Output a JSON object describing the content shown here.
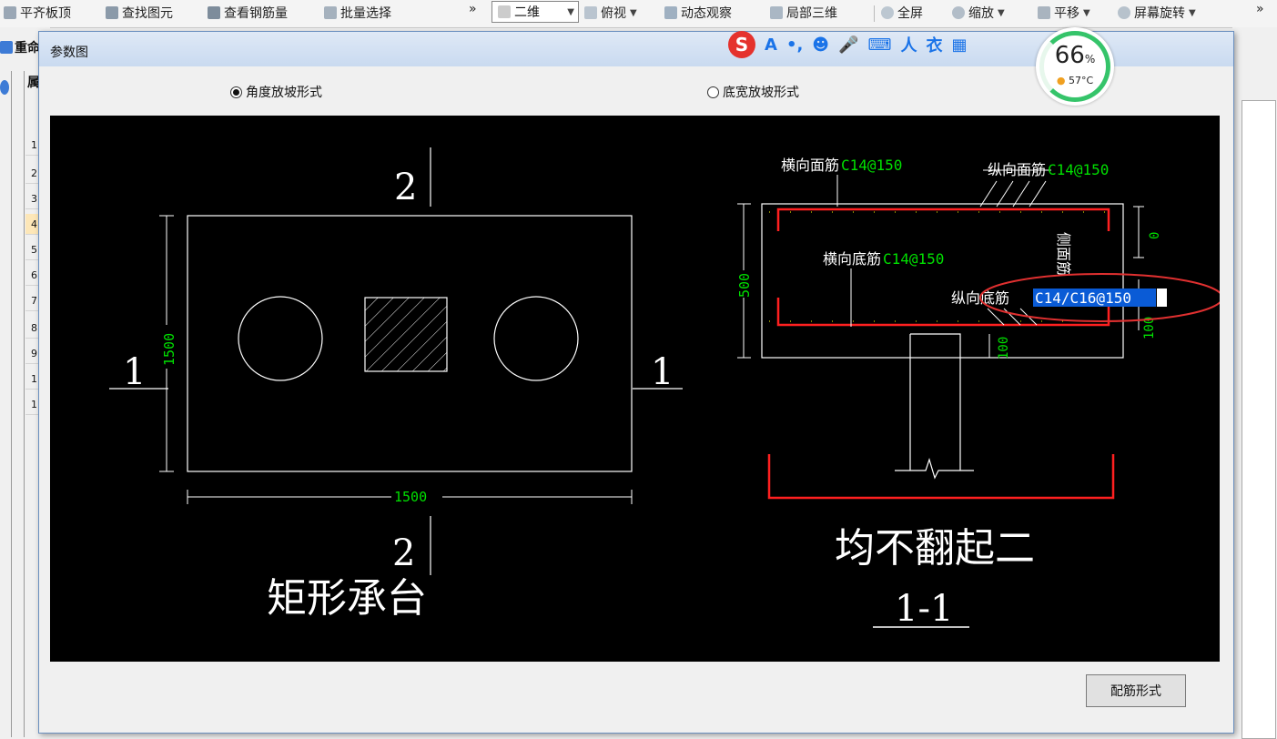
{
  "toolbar": {
    "items": [
      "平齐板顶",
      "查找图元",
      "查看钢筋量",
      "批量选择"
    ],
    "view_mode": "二维",
    "view_items": [
      "俯视",
      "动态观察",
      "局部三维",
      "全屏",
      "缩放",
      "平移",
      "屏幕旋转"
    ],
    "overflow": "»"
  },
  "side": {
    "tab_label": "重命",
    "tab2": "属",
    "rows": [
      "1",
      "2",
      "3",
      "4",
      "5",
      "6",
      "7",
      "8",
      "9",
      "1",
      "1"
    ]
  },
  "dialog": {
    "title": "参数图",
    "radio_angle": "角度放坡形式",
    "radio_width": "底宽放坡形式",
    "button": "配筋形式"
  },
  "ime": {
    "logo": "S",
    "items": [
      "A",
      "•,",
      "☻",
      "🎤",
      "⌨",
      "人",
      "衣",
      "▦"
    ]
  },
  "gauge": {
    "value": "66",
    "unit": "%",
    "temp": "57°C"
  },
  "drawing": {
    "plan": {
      "section_top": "2",
      "section_bottom": "2",
      "section_left": "1",
      "section_right": "1",
      "dim_vertical": "1500",
      "dim_horizontal": "1500",
      "caption": "矩形承台"
    },
    "section": {
      "label_top_transverse": "横向面筋",
      "val_top_transverse": "C14@150",
      "label_top_long": "纵向面筋",
      "val_top_long": "C14@150",
      "label_bot_transverse": "横向底筋",
      "val_bot_transverse": "C14@150",
      "label_bot_long": "纵向底筋",
      "val_bot_long": "C14/C16@150",
      "label_side": "侧面筋",
      "dim_height": "500",
      "dim_top": "0",
      "dim_bottom": "100",
      "dim_side": "100",
      "caption": "均不翻起二",
      "section_name": "1-1"
    }
  }
}
